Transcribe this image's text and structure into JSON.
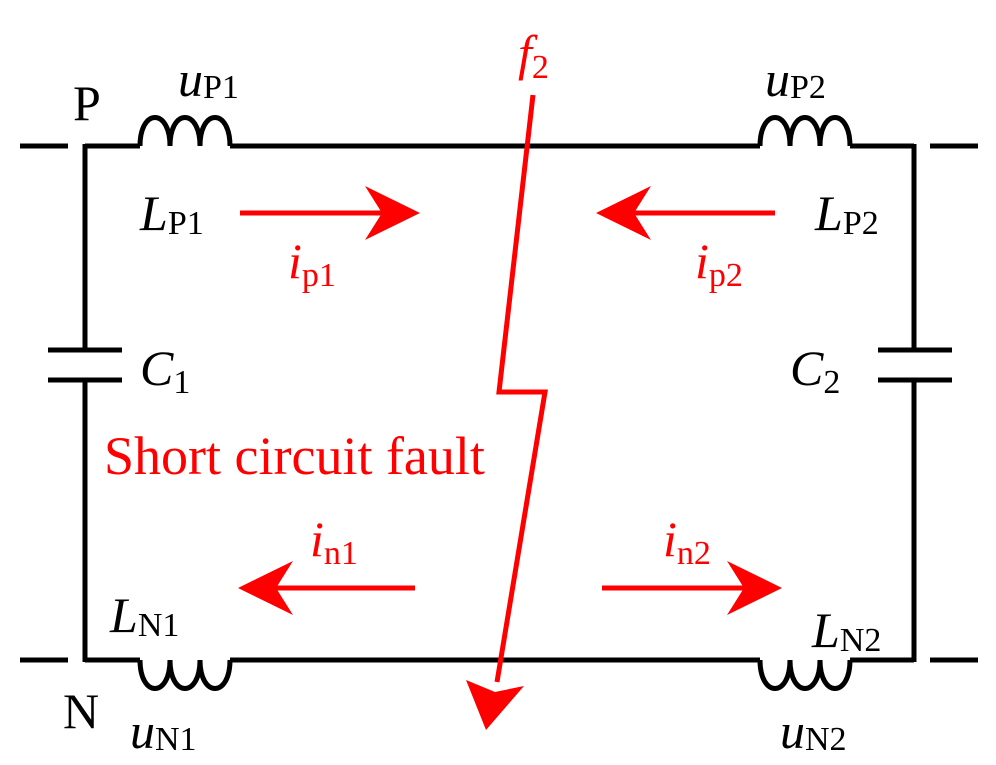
{
  "terminals": {
    "positive": "P",
    "negative": "N"
  },
  "inductors": {
    "LP1": {
      "name": "L",
      "sub": "P1",
      "voltage_name": "u",
      "voltage_sub": "P1"
    },
    "LP2": {
      "name": "L",
      "sub": "P2",
      "voltage_name": "u",
      "voltage_sub": "P2"
    },
    "LN1": {
      "name": "L",
      "sub": "N1",
      "voltage_name": "u",
      "voltage_sub": "N1"
    },
    "LN2": {
      "name": "L",
      "sub": "N2",
      "voltage_name": "u",
      "voltage_sub": "N2"
    }
  },
  "capacitors": {
    "C1": {
      "name": "C",
      "sub": "1"
    },
    "C2": {
      "name": "C",
      "sub": "2"
    }
  },
  "currents": {
    "ip1": {
      "name": "i",
      "sub": "p1"
    },
    "ip2": {
      "name": "i",
      "sub": "p2"
    },
    "in1": {
      "name": "i",
      "sub": "n1"
    },
    "in2": {
      "name": "i",
      "sub": "n2"
    }
  },
  "fault": {
    "name": "f",
    "sub": "2",
    "caption": "Short circuit fault"
  },
  "colors": {
    "wire": "#000000",
    "fault": "#ff0000"
  }
}
